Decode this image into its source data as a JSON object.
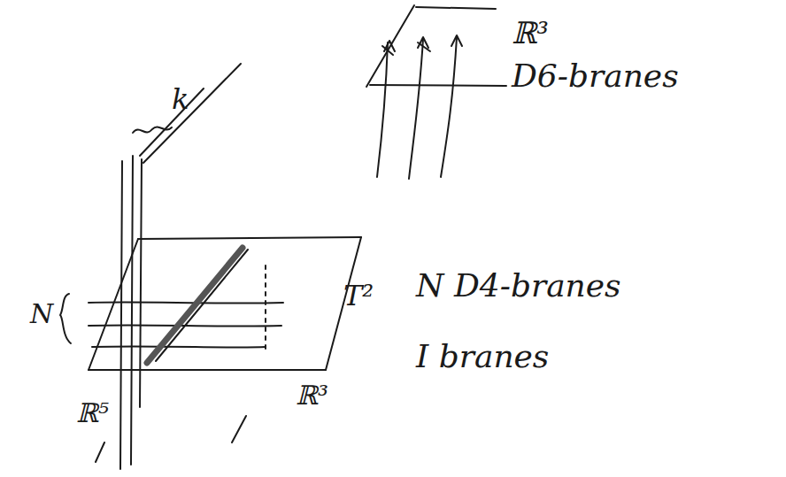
{
  "diagram": {
    "labels": [
      "ℝ³",
      "D6-branes",
      "k",
      "T²",
      "N",
      "N D4-branes",
      "ℝ⁵",
      "ℝ³",
      "I branes"
    ]
  }
}
